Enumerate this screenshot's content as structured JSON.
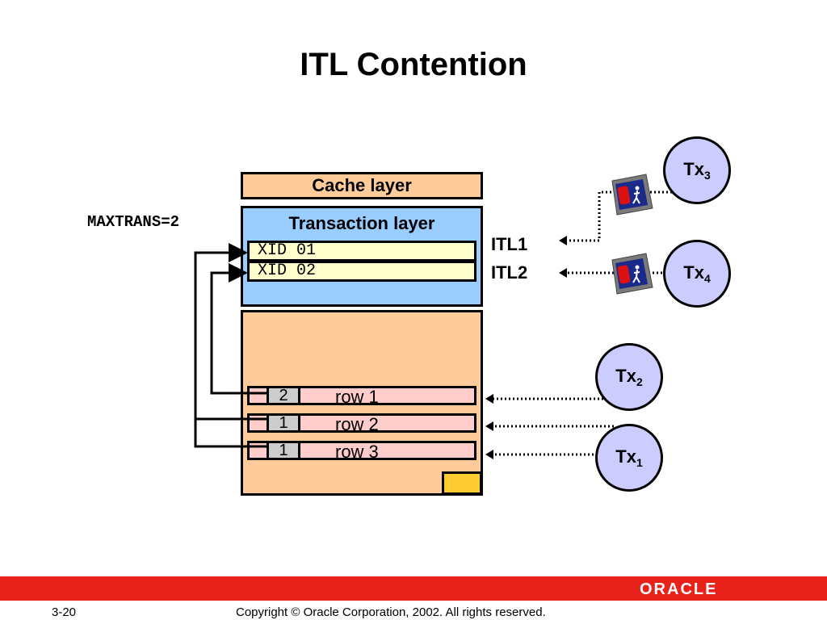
{
  "title": "ITL Contention",
  "block": {
    "cache_layer": "Cache layer",
    "transaction_layer": "Transaction layer",
    "xids": [
      "XID 01",
      "XID 02"
    ],
    "rows": [
      {
        "count": "2",
        "label": "row 1"
      },
      {
        "count": "1",
        "label": "row 2"
      },
      {
        "count": "1",
        "label": "row 3"
      }
    ]
  },
  "maxtrans": "MAXTRANS=2",
  "itl_labels": [
    "ITL1",
    "ITL2"
  ],
  "transactions": {
    "tx3": {
      "base": "Tx",
      "sub": "3"
    },
    "tx4": {
      "base": "Tx",
      "sub": "4"
    },
    "tx2": {
      "base": "Tx",
      "sub": "2"
    },
    "tx1": {
      "base": "Tx",
      "sub": "1"
    }
  },
  "icons": [
    "stop-sign-icon"
  ],
  "colors": {
    "accent_red": "#e8211a",
    "transaction_layer": "#99ccff",
    "data_layer": "#ffcc99"
  },
  "footer": {
    "logo": "ORACLE",
    "page": "3-20",
    "copyright": "Copyright © Oracle Corporation, 2002. All rights reserved."
  }
}
